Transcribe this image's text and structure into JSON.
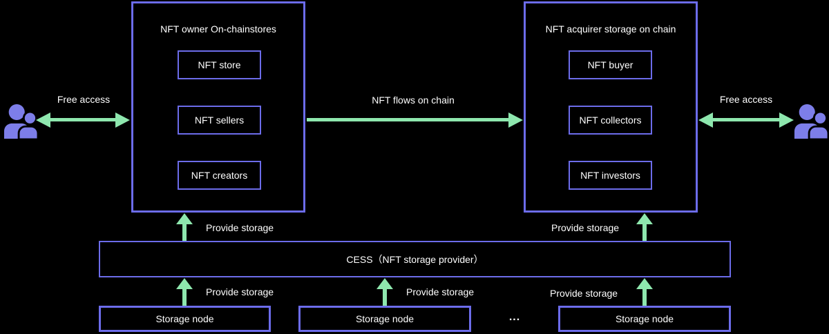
{
  "colors": {
    "background": "#000000",
    "border": "#6c6cea",
    "green": "#8ee7ae",
    "icon_purple": "#7d7ee9",
    "text": "#ffffff"
  },
  "left_panel": {
    "title": "NFT owner On-chainstores",
    "items": [
      "NFT store",
      "NFT sellers",
      "NFT creators"
    ]
  },
  "right_panel": {
    "title": "NFT acquirer storage on chain",
    "items": [
      "NFT buyer",
      "NFT collectors",
      "NFT investors"
    ]
  },
  "labels": {
    "free_access_left": "Free access",
    "free_access_right": "Free access",
    "nft_flows": "NFT flows on chain",
    "provide_storage_left_top": "Provide storage",
    "provide_storage_right_top": "Provide storage",
    "provide_storage_node1": "Provide storage",
    "provide_storage_node2": "Provide storage",
    "provide_storage_node3": "Provide storage",
    "ellipsis": "..."
  },
  "cess": {
    "label": "CESS（NFT storage provider）"
  },
  "storage_nodes": [
    {
      "label": "Storage node"
    },
    {
      "label": "Storage node"
    },
    {
      "label": "Storage node"
    }
  ],
  "icons": {
    "left": "people-group-icon",
    "right": "people-group-icon"
  }
}
